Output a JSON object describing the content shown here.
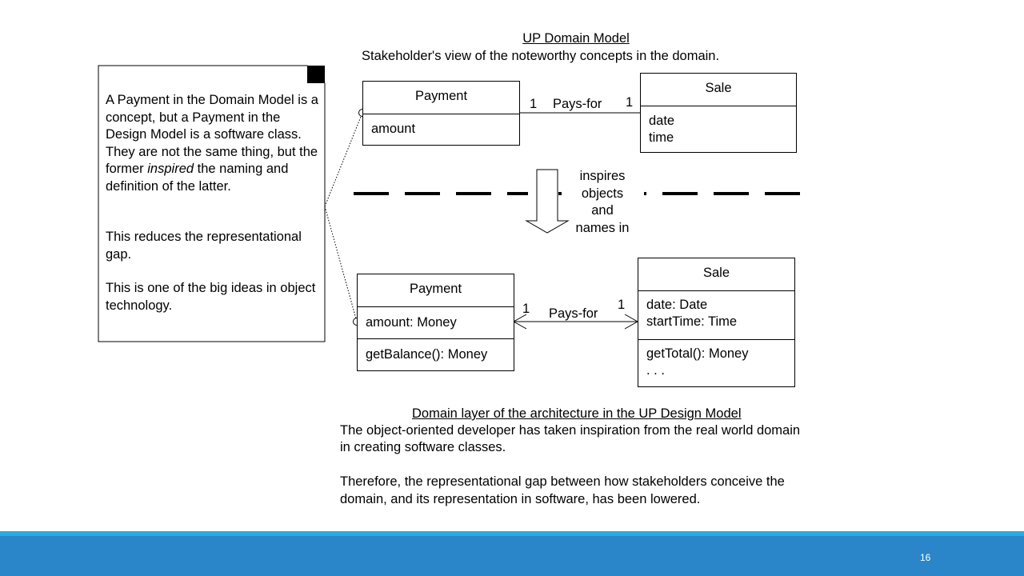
{
  "domain_model": {
    "title": "UP Domain Model",
    "subtitle": "Stakeholder's view of the noteworthy concepts in the domain.",
    "payment": {
      "name": "Payment",
      "attributes": [
        "amount"
      ]
    },
    "sale": {
      "name": "Sale",
      "attributes": [
        "date",
        "time"
      ]
    },
    "association": {
      "label": "Pays-for",
      "left_mult": "1",
      "right_mult": "1"
    }
  },
  "inspires_label": [
    "inspires",
    "objects",
    "and",
    "names in"
  ],
  "design_model": {
    "payment": {
      "name": "Payment",
      "attributes": [
        "amount: Money"
      ],
      "operations": [
        "getBalance(): Money"
      ]
    },
    "sale": {
      "name": "Sale",
      "attributes": [
        "date: Date",
        "startTime: Time"
      ],
      "operations": [
        "getTotal(): Money",
        ". . ."
      ]
    },
    "association": {
      "label": "Pays-for",
      "left_mult": "1",
      "right_mult": "1"
    },
    "title": "Domain layer of the architecture in the UP Design Model",
    "para1": [
      "The object-oriented developer has taken inspiration from the real world domain",
      "in creating software classes."
    ],
    "para2": [
      "Therefore, the representational gap between how stakeholders conceive the",
      "domain, and its representation in software, has been lowered."
    ]
  },
  "note": {
    "para1_before": "A Payment in the Domain Model is a concept, but a Payment in the Design Model is a software class. They are not the same thing, but the former ",
    "para1_italic": "inspired",
    "para1_after": " the naming and definition of the latter.",
    "para2": "This reduces the representational gap.",
    "para3": "This is one of the big ideas in object technology."
  },
  "colors": {
    "footer_bar": "#2A86C8",
    "footer_accent": "#29ABE2"
  },
  "footer": {
    "slide_number": "16"
  }
}
